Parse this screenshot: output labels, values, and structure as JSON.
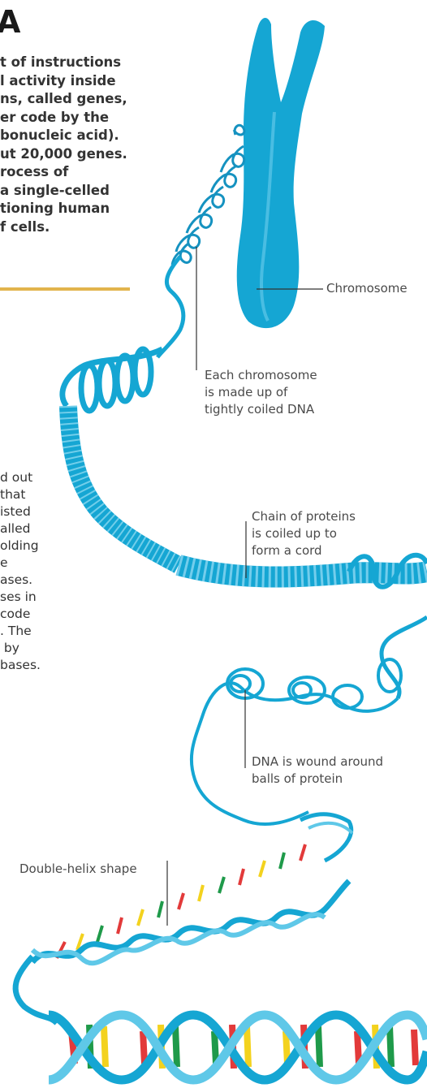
{
  "header": {
    "title": "A",
    "intro": "t of instructions\nl activity inside\nns, called genes,\ner code by the\nbonucleic acid).\nut 20,000 genes.\nrocess of\na single-celled\ntioning human\nf cells."
  },
  "sidebar": {
    "text": "d out\nthat\nisted\nalled\nolding\ne\nases.\nses in\ncode\n. The\n by\nbases."
  },
  "labels": {
    "chromosome": "Chromosome",
    "coiled_dna": "Each chromosome\nis made up of\ntightly coiled DNA",
    "protein_cord": "Chain of proteins\nis coiled up to\nform a cord",
    "wound_dna": "DNA is wound around\nballs of protein",
    "double_helix": "Double-helix shape"
  },
  "colors": {
    "strand": "#15a6d3",
    "strand_light": "#5fc8e8",
    "rule": "#e2b44c",
    "base_colors": [
      "#e23a3a",
      "#f3d21e",
      "#1f9a4a",
      "#ffffff"
    ]
  }
}
